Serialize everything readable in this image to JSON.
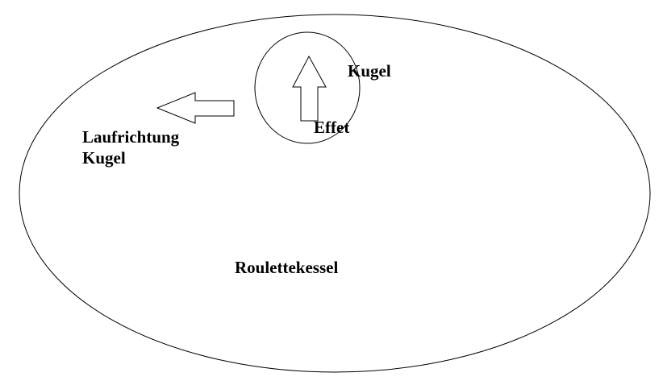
{
  "labels": {
    "ball": "Kugel",
    "spin": "Effet",
    "direction_line1": "Laufrichtung",
    "direction_line2": "Kugel",
    "bowl": "Roulettekessel"
  }
}
